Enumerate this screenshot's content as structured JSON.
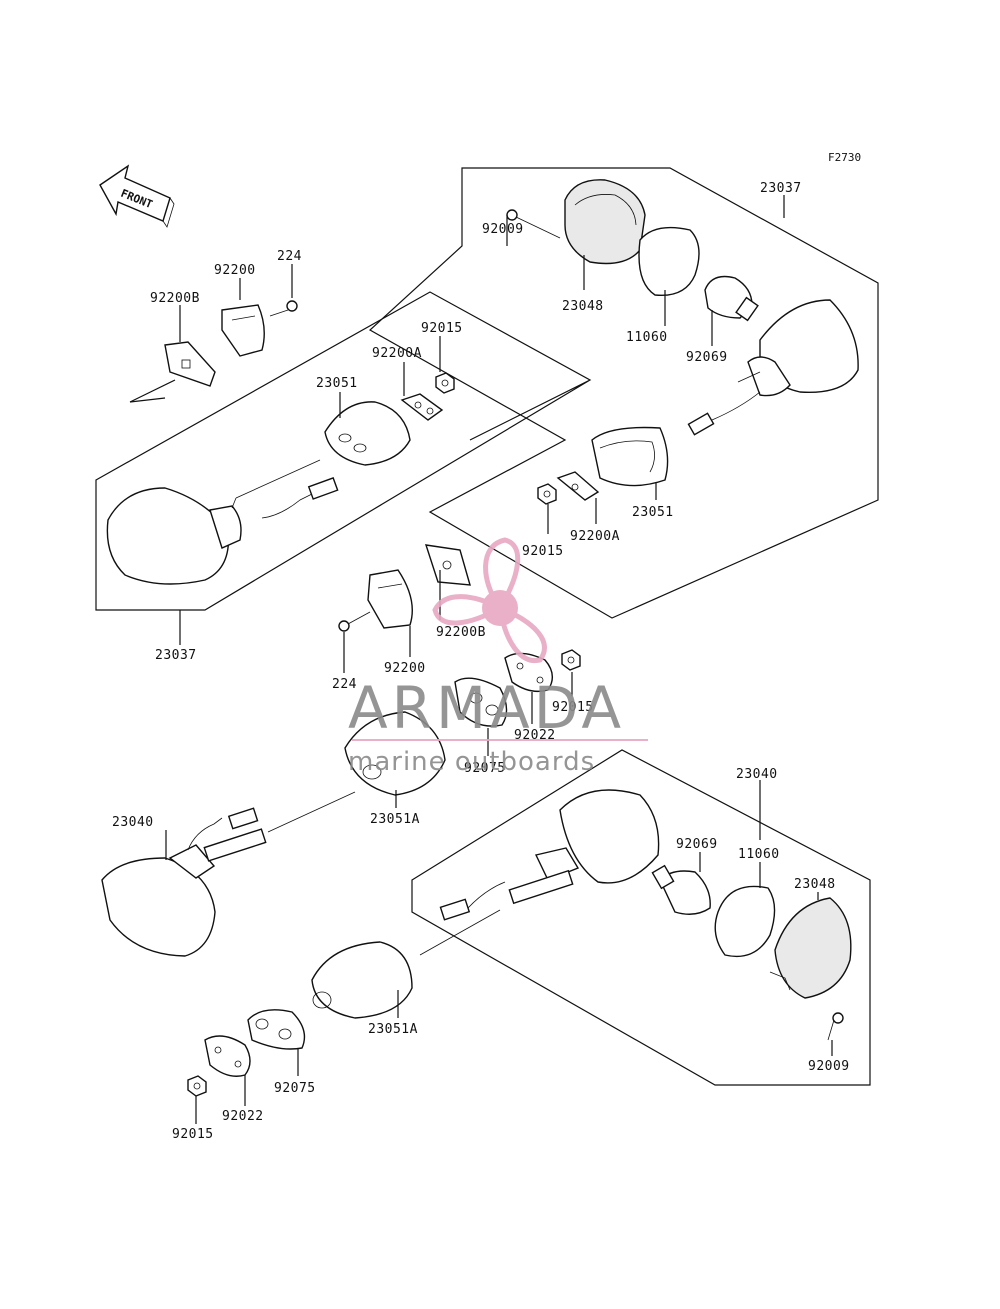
{
  "ref_code": "F2730",
  "front_label": "FRONT",
  "watermark": {
    "brand": "ARMADA",
    "tagline": "marine outboards",
    "color": "#e7a8c2"
  },
  "labels": {
    "l23037_top": "23037",
    "l23048_top": "23048",
    "l92009_top": "92009",
    "l11060_top": "11060",
    "l92069_top": "92069",
    "l23051_right": "23051",
    "l92015_right": "92015",
    "l92200A_right": "92200A",
    "l92200_top": "92200",
    "l224_top": "224",
    "l92200B_top": "92200B",
    "l92015_mid": "92015",
    "l92200A_mid": "92200A",
    "l23051_left": "23051",
    "l23037_left": "23037",
    "l92200B_mid": "92200B",
    "l92200_mid": "92200",
    "l224_mid": "224",
    "l92015_low": "92015",
    "l92022_low": "92022",
    "l92075_low": "92075",
    "l23051A_mid": "23051A",
    "l23040_right": "23040",
    "l23040_left": "23040",
    "l92069_bot": "92069",
    "l11060_bot": "11060",
    "l23048_bot": "23048",
    "l92009_bot": "92009",
    "l23051A_bot": "23051A",
    "l92075_bot": "92075",
    "l92022_bot": "92022",
    "l92015_bot": "92015"
  }
}
